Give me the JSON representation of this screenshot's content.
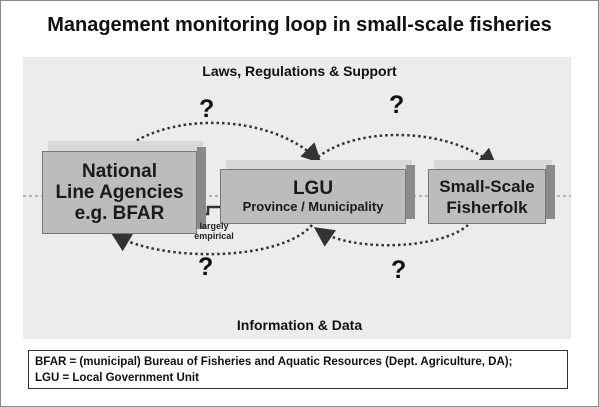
{
  "title": "Management monitoring loop in small-scale fisheries",
  "top_caption": "Laws, Regulations & Support",
  "bottom_caption": "Information & Data",
  "nodes": {
    "national": {
      "lines": [
        "National",
        "Line Agencies",
        "e.g. BFAR"
      ]
    },
    "lgu": {
      "main": "LGU",
      "sub": "Province / Municipality"
    },
    "fisherfolk": {
      "lines": [
        "Small-Scale",
        "Fisherfolk"
      ]
    }
  },
  "edge_note": "largely\nempirical",
  "question_mark": "?",
  "footer": {
    "line1": "BFAR = (municipal) Bureau of Fisheries and Aquatic Resources (Dept. Agriculture, DA);",
    "line2": "LGU = Local Government Unit"
  }
}
